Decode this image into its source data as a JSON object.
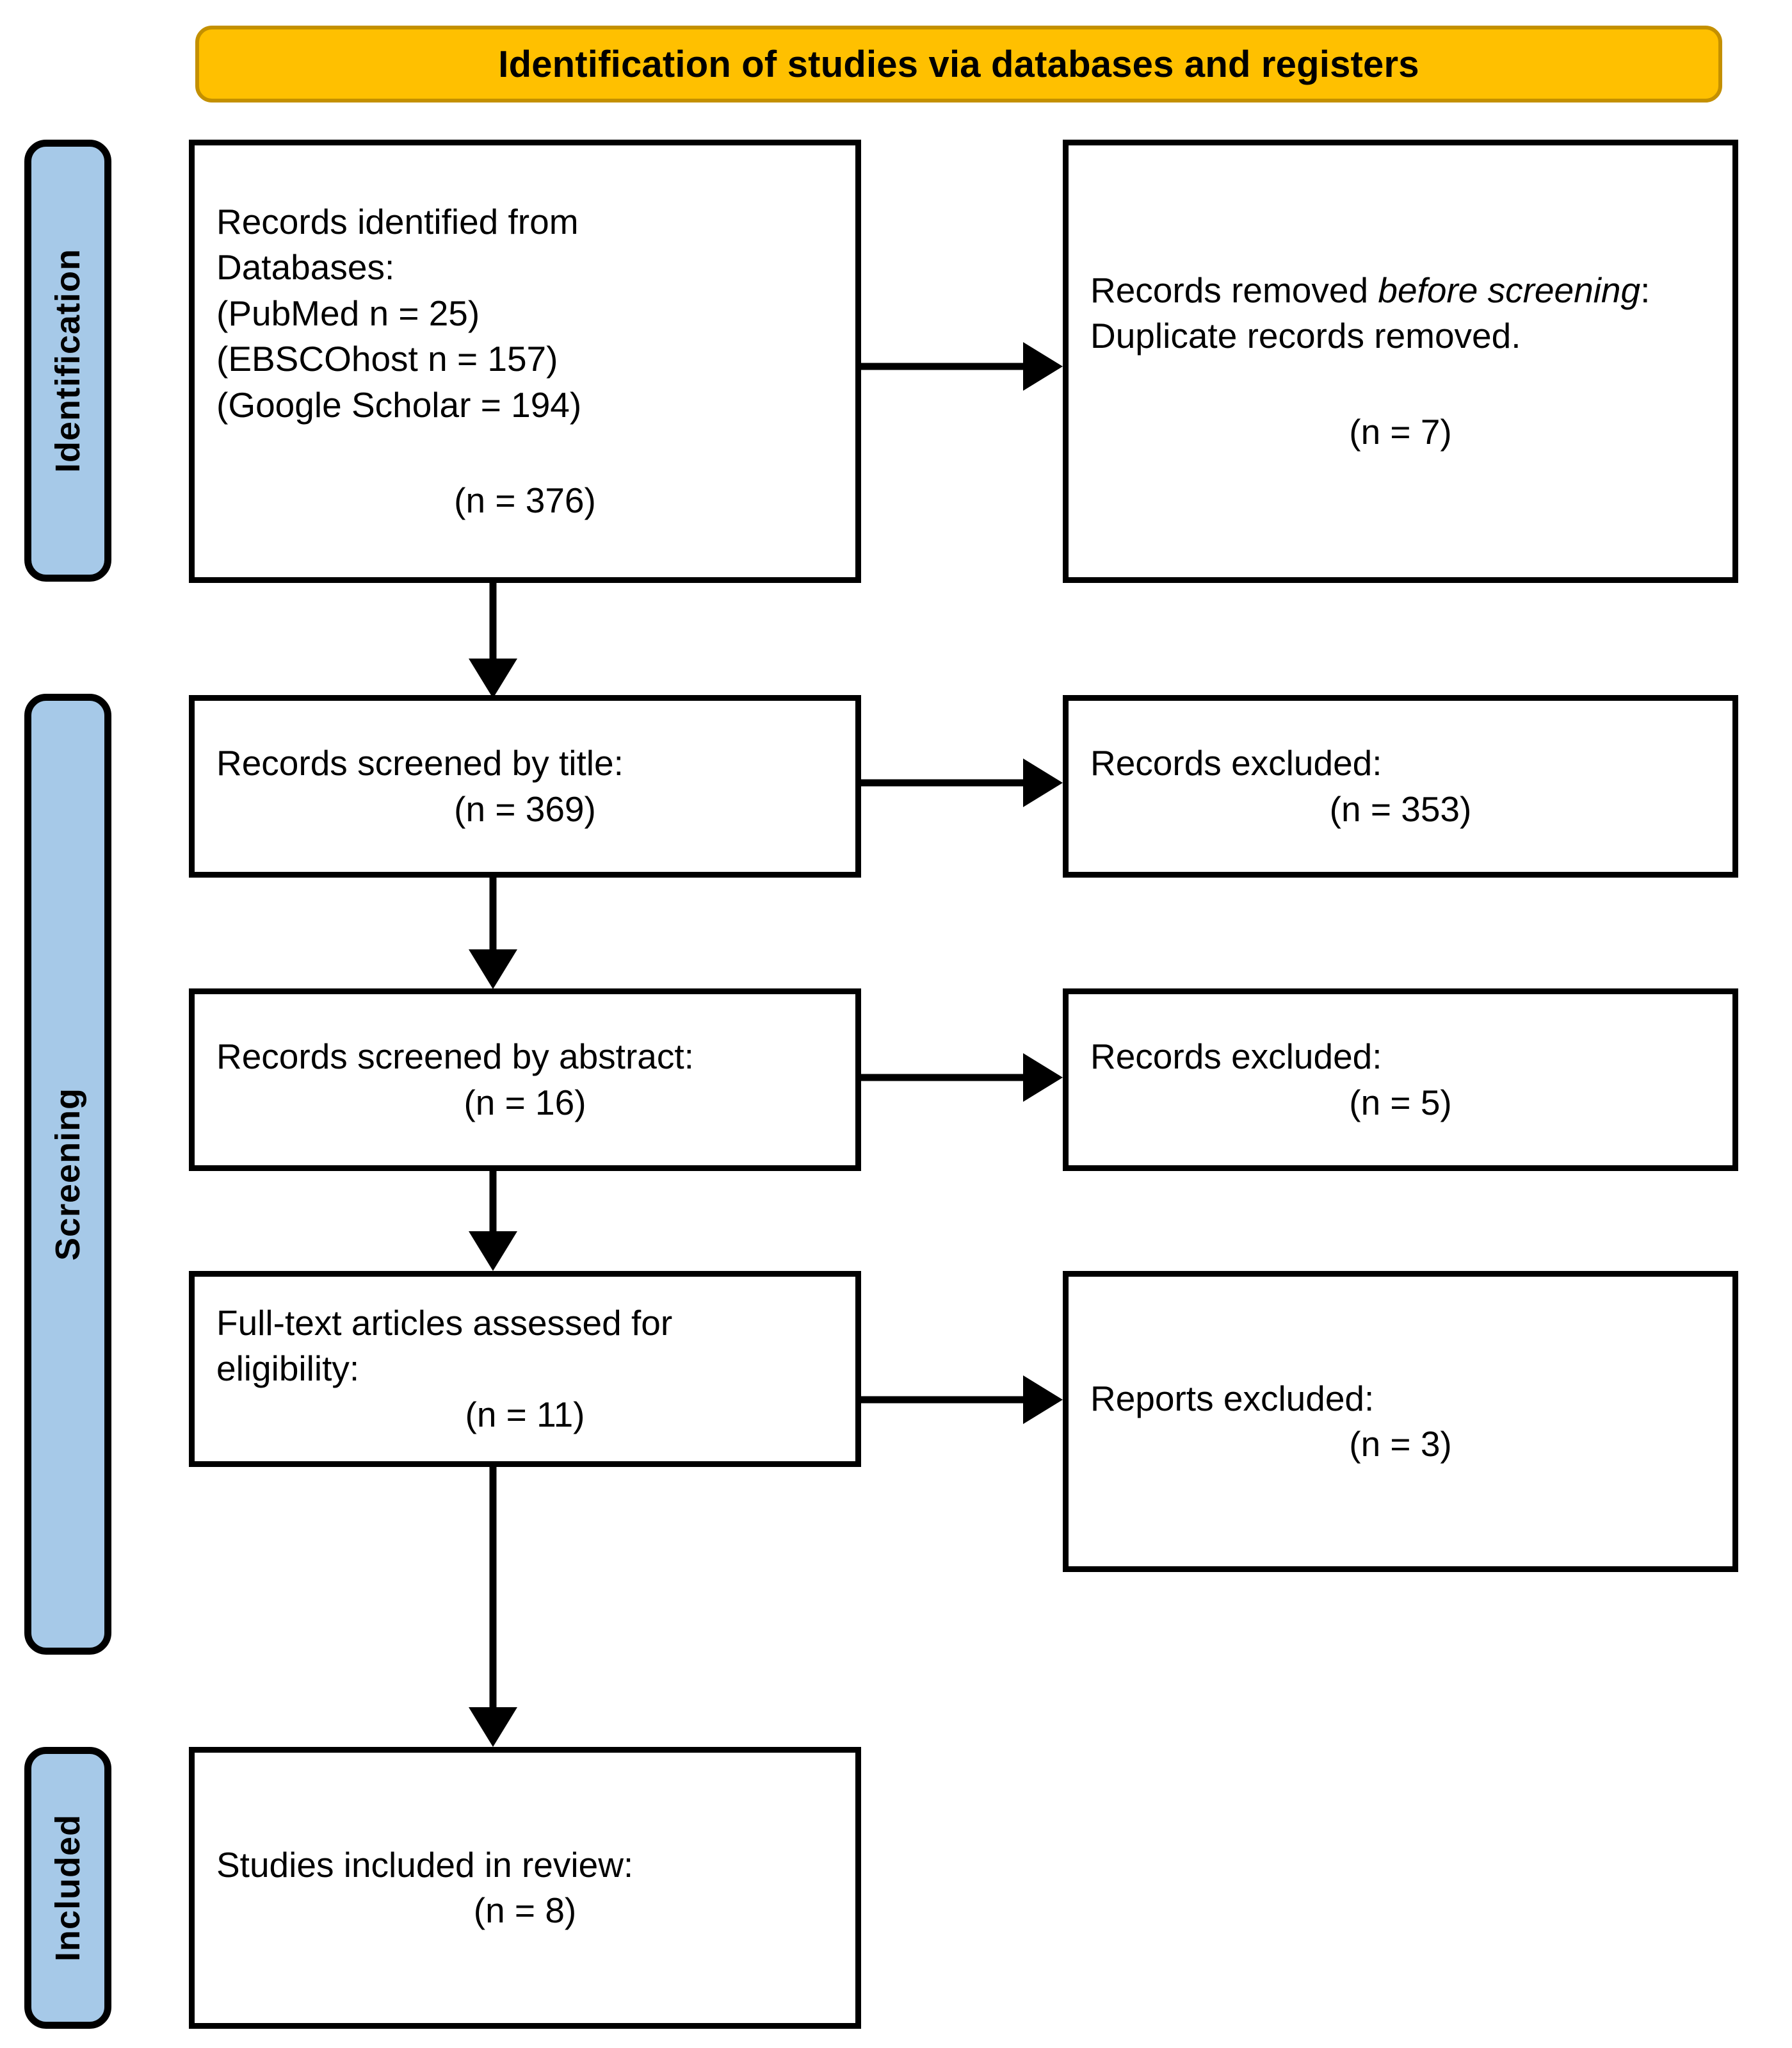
{
  "banner": {
    "title": "Identification of studies via databases and registers",
    "bg_color": "#FFC000",
    "border_color": "#C49000"
  },
  "stages": [
    {
      "id": "identification",
      "label": "Identification",
      "bg_color": "#A6C9E8"
    },
    {
      "id": "screening",
      "label": "Screening",
      "bg_color": "#A6C9E8"
    },
    {
      "id": "included",
      "label": "Included",
      "bg_color": "#A6C9E8"
    }
  ],
  "boxes": {
    "records_identified": {
      "text": "Records identified from\nDatabases:\n(PubMed n = 25)\n(EBSCOhost n = 157)\n(Google Scholar = 194)",
      "count": "(n = 376)"
    },
    "records_removed": {
      "text_pre": "Records removed ",
      "text_italic": "before screening",
      "text_post": ":",
      "text_line2": "Duplicate records removed.",
      "count": "(n = 7)"
    },
    "screened_title": {
      "text": "Records screened by title:",
      "count": "(n = 369)"
    },
    "excluded_title": {
      "text": "Records excluded:",
      "count": "(n = 353)"
    },
    "screened_abstract": {
      "text": "Records screened by abstract:",
      "count": "(n = 16)"
    },
    "excluded_abstract": {
      "text": "Records excluded:",
      "count": "(n = 5)"
    },
    "fulltext_assessed": {
      "text": "Full-text articles assessed for\neligibility:",
      "count": "(n = 11)"
    },
    "reports_excluded": {
      "text": "Reports excluded:",
      "count": "(n = 3)"
    },
    "studies_included": {
      "text": "Studies included in review:",
      "count": "(n = 8)"
    }
  },
  "chart_data": {
    "type": "diagram",
    "title": "Identification of studies via databases and registers",
    "diagram_kind": "PRISMA flow diagram",
    "stages": [
      "Identification",
      "Screening",
      "Included"
    ],
    "nodes": [
      {
        "id": "records_identified",
        "stage": "Identification",
        "column": "left",
        "label": "Records identified from Databases:",
        "sources": [
          {
            "name": "PubMed",
            "n": 25
          },
          {
            "name": "EBSCOhost",
            "n": 157
          },
          {
            "name": "Google Scholar",
            "n": 194
          }
        ],
        "n": 376
      },
      {
        "id": "records_removed",
        "stage": "Identification",
        "column": "right",
        "label": "Records removed before screening: Duplicate records removed.",
        "n": 7
      },
      {
        "id": "screened_title",
        "stage": "Screening",
        "column": "left",
        "label": "Records screened by title:",
        "n": 369
      },
      {
        "id": "excluded_title",
        "stage": "Screening",
        "column": "right",
        "label": "Records excluded:",
        "n": 353
      },
      {
        "id": "screened_abstract",
        "stage": "Screening",
        "column": "left",
        "label": "Records screened by abstract:",
        "n": 16
      },
      {
        "id": "excluded_abstract",
        "stage": "Screening",
        "column": "right",
        "label": "Records excluded:",
        "n": 5
      },
      {
        "id": "fulltext_assessed",
        "stage": "Screening",
        "column": "left",
        "label": "Full-text articles assessed for eligibility:",
        "n": 11
      },
      {
        "id": "reports_excluded",
        "stage": "Screening",
        "column": "right",
        "label": "Reports excluded:",
        "n": 3
      },
      {
        "id": "studies_included",
        "stage": "Included",
        "column": "left",
        "label": "Studies included in review:",
        "n": 8
      }
    ],
    "edges": [
      {
        "from": "records_identified",
        "to": "records_removed",
        "direction": "right"
      },
      {
        "from": "records_identified",
        "to": "screened_title",
        "direction": "down"
      },
      {
        "from": "screened_title",
        "to": "excluded_title",
        "direction": "right"
      },
      {
        "from": "screened_title",
        "to": "screened_abstract",
        "direction": "down"
      },
      {
        "from": "screened_abstract",
        "to": "excluded_abstract",
        "direction": "right"
      },
      {
        "from": "screened_abstract",
        "to": "fulltext_assessed",
        "direction": "down"
      },
      {
        "from": "fulltext_assessed",
        "to": "reports_excluded",
        "direction": "right"
      },
      {
        "from": "fulltext_assessed",
        "to": "studies_included",
        "direction": "down"
      }
    ]
  }
}
